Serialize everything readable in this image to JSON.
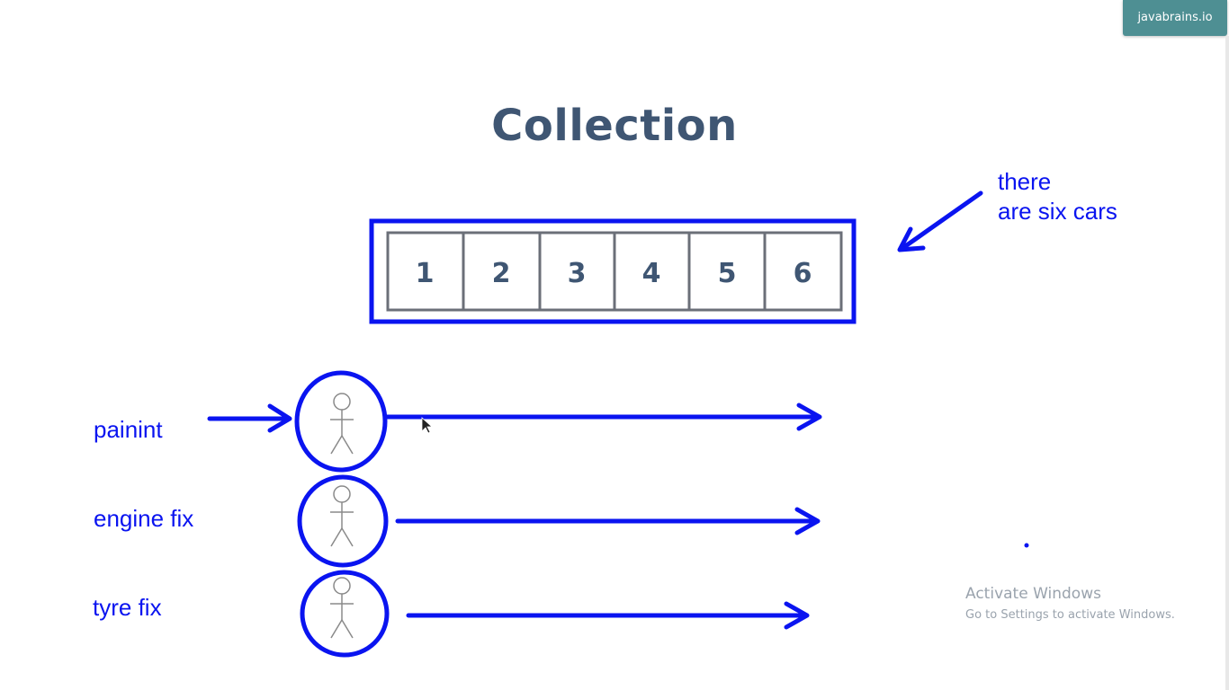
{
  "brand": {
    "label": "javabrains.io"
  },
  "title": "Collection",
  "note": {
    "line1": "there",
    "line2": "are six cars"
  },
  "cars": [
    "1",
    "2",
    "3",
    "4",
    "5",
    "6"
  ],
  "tasks": [
    {
      "label": "painint"
    },
    {
      "label": "engine fix"
    },
    {
      "label": "tyre fix"
    }
  ],
  "watermark": {
    "title": "Activate Windows",
    "subtitle": "Go to Settings to activate Windows."
  },
  "colors": {
    "annotation": "#0a14f0",
    "title": "#3f5673",
    "badge": "#4e8f93",
    "slot_border": "#6b6f78"
  },
  "icons": [
    "stick-figure-icon",
    "arrow-right-icon",
    "mouse-pointer-icon"
  ]
}
